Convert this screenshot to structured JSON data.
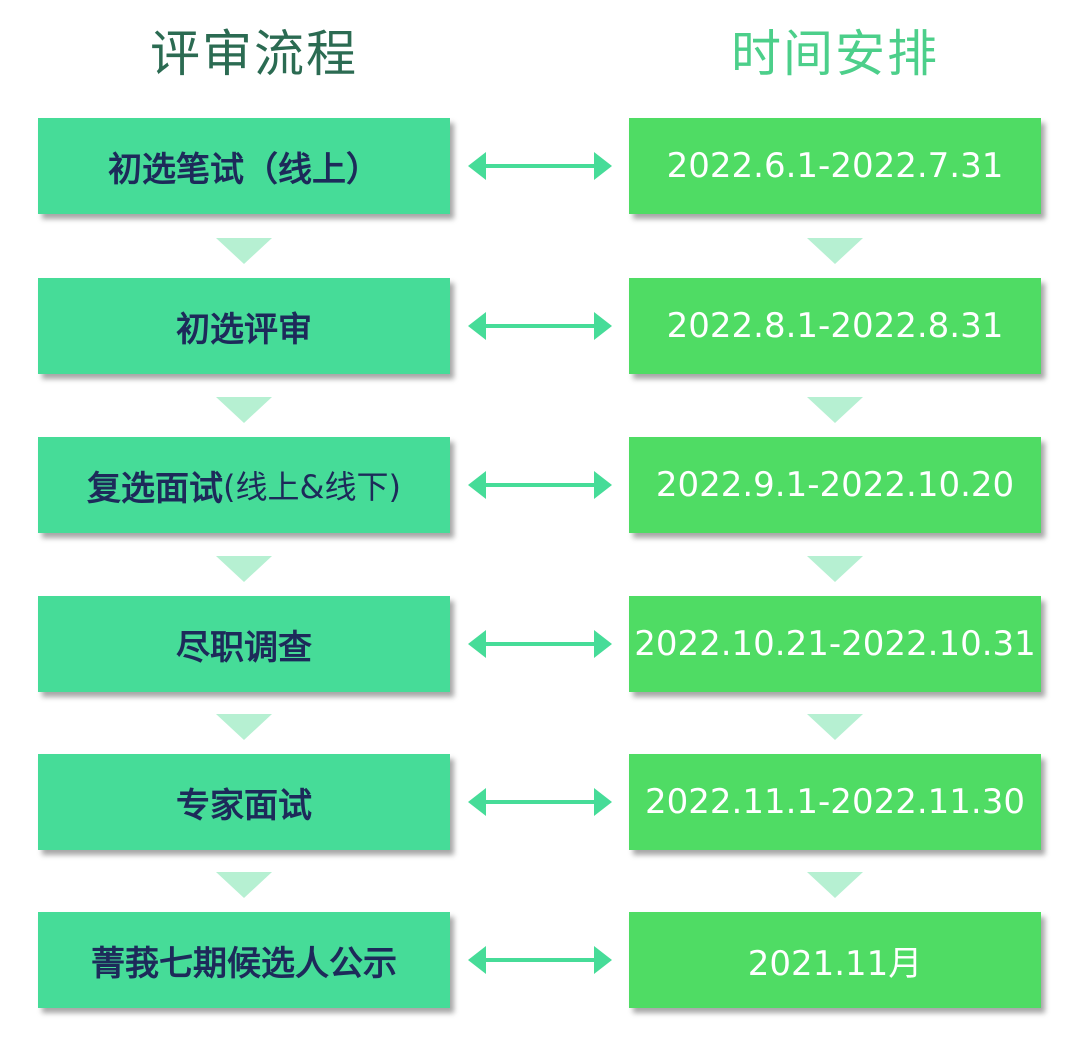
{
  "titles": {
    "process": "评审流程",
    "schedule": "时间安排"
  },
  "steps": [
    {
      "label": "初选笔试（线上）",
      "aside": ""
    },
    {
      "label": "初选评审",
      "aside": ""
    },
    {
      "label": "复选面试",
      "aside": "(线上&线下)"
    },
    {
      "label": "尽职调查",
      "aside": ""
    },
    {
      "label": "专家面试",
      "aside": ""
    },
    {
      "label": "菁莪七期候选人公示",
      "aside": ""
    }
  ],
  "times": [
    "2022.6.1-2022.7.31",
    "2022.8.1-2022.8.31",
    "2022.9.1-2022.10.20",
    "2022.10.21-2022.10.31",
    "2022.11.1-2022.11.30",
    "2021.11月"
  ],
  "colors": {
    "process_title": "#2b6b52",
    "schedule_title": "#4ccf8a",
    "step_box": "#46dc98",
    "time_box": "#4fdc64",
    "step_text": "#1d2a5a",
    "down_arrow": "#b6f0d2",
    "link_arrow": "#46dc98"
  },
  "icons": {
    "link": "double-arrow-icon",
    "flow": "down-triangle-icon"
  }
}
